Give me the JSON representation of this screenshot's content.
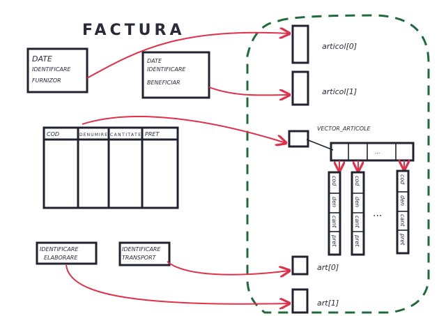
{
  "title": "FACTURA",
  "furnizor": [
    "DATE",
    "IDENTIFICARE",
    "FURNIZOR"
  ],
  "beneficiar": [
    "DATE",
    "IDENTIFICARE",
    "BENEFICIAR"
  ],
  "table": {
    "headers": [
      "COD",
      "DENUMIRE",
      "CANTITATE",
      "PRET"
    ]
  },
  "elaborare": [
    "IDENTIFICARE",
    "ELABORARE"
  ],
  "transport": [
    "IDENTIFICARE",
    "TRANSPORT"
  ],
  "pointers": {
    "articol0": "articol[0]",
    "articol1": "articol[1]",
    "vector": "VECTOR_ARTICOLE",
    "art0": "art[0]",
    "art1": "art[1]"
  },
  "array_ellipsis": "...",
  "item_fields": [
    [
      "cod",
      "den",
      "cant",
      "pret"
    ],
    [
      "cod",
      "den",
      "cant",
      "pret"
    ],
    [
      "cod",
      "den",
      "cant",
      "pret"
    ]
  ],
  "colors": {
    "arrow": "#e0304a",
    "boundary": "#1f6b3a",
    "ink": "#222230"
  }
}
